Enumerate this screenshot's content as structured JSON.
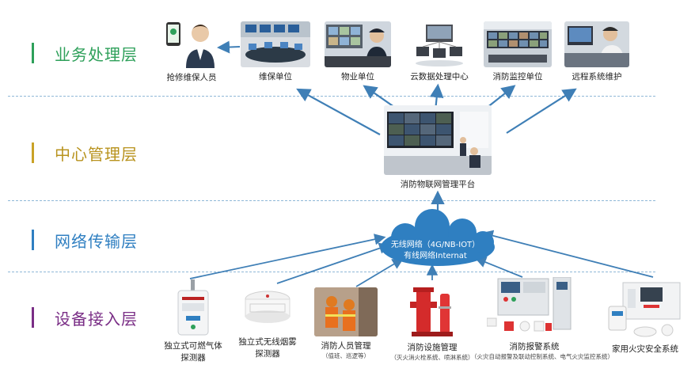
{
  "layers": [
    {
      "label": "业务处理层",
      "color": "#2ea05a"
    },
    {
      "label": "中心管理层",
      "color": "#c9a227"
    },
    {
      "label": "网络传输层",
      "color": "#2f7fc1"
    },
    {
      "label": "设备接入层",
      "color": "#7a2e86"
    }
  ],
  "business": [
    {
      "label": "抢修维保人员",
      "icon": "repair-staff-icon"
    },
    {
      "label": "维保单位",
      "icon": "maintenance-office-icon"
    },
    {
      "label": "物业单位",
      "icon": "property-office-icon"
    },
    {
      "label": "云数据处理中心",
      "icon": "cloud-data-center-icon"
    },
    {
      "label": "消防监控单位",
      "icon": "fire-monitor-center-icon"
    },
    {
      "label": "远程系统维护",
      "icon": "remote-maintenance-icon"
    }
  ],
  "center": {
    "label": "消防物联网管理平台",
    "icon": "control-room-icon"
  },
  "network": {
    "line1": "无线网络（4G/NB-IOT）",
    "line2": "有线网络Internat"
  },
  "devices": [
    {
      "label": "独立式可燃气体",
      "label2": "探测器",
      "sub": "",
      "icon": "gas-detector-icon"
    },
    {
      "label": "独立式无线烟雾",
      "label2": "探测器",
      "sub": "",
      "icon": "smoke-detector-icon"
    },
    {
      "label": "消防人员管理",
      "label2": "",
      "sub": "（值班、巡逻等）",
      "icon": "firefighters-icon"
    },
    {
      "label": "消防设施管理",
      "label2": "",
      "sub": "（灭火消火栓系统、喷淋系统）",
      "icon": "hydrant-icon"
    },
    {
      "label": "消防报警系统",
      "label2": "",
      "sub": "（火灾自动报警及联动控制系统、电气火灾监控系统）",
      "icon": "alarm-panel-icon"
    },
    {
      "label": "家用火灾安全系统",
      "label2": "",
      "sub": "",
      "icon": "home-fire-system-icon"
    }
  ],
  "colors": {
    "arrow": "#3f7fb6",
    "divider": "#8fb8d8",
    "cloud": "#2f7fc1"
  }
}
